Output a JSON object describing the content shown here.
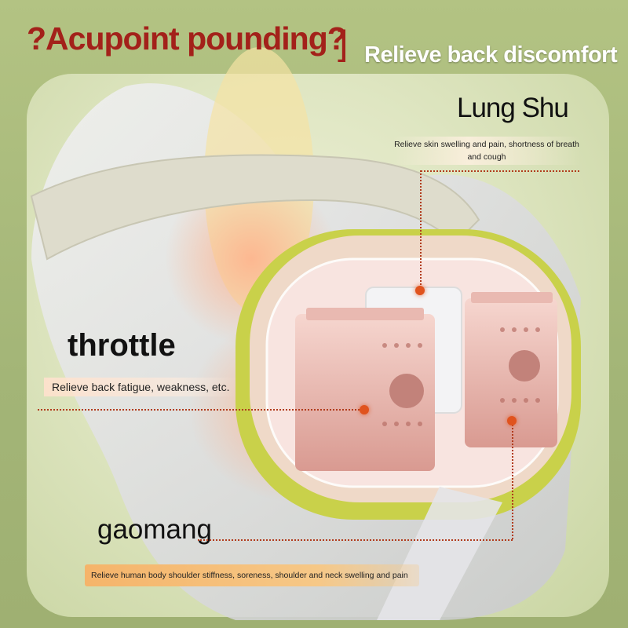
{
  "header": {
    "title_left": "?Acupoint pounding?",
    "bracket": "]",
    "title_right": "Relieve back discomfort"
  },
  "points": {
    "lung_shu": {
      "name": "Lung Shu",
      "description": "Relieve skin swelling and pain, shortness of breath and cough"
    },
    "throttle": {
      "name": "throttle",
      "description": "Relieve back fatigue, weakness, etc."
    },
    "gaomang": {
      "name": "gaomang",
      "description": "Relieve human body shoulder stiffness, soreness, shoulder and neck swelling and pain"
    }
  },
  "colors": {
    "title_red": "#a3211a",
    "marker_orange": "#e0531e",
    "device_green": "#c9d14a"
  }
}
